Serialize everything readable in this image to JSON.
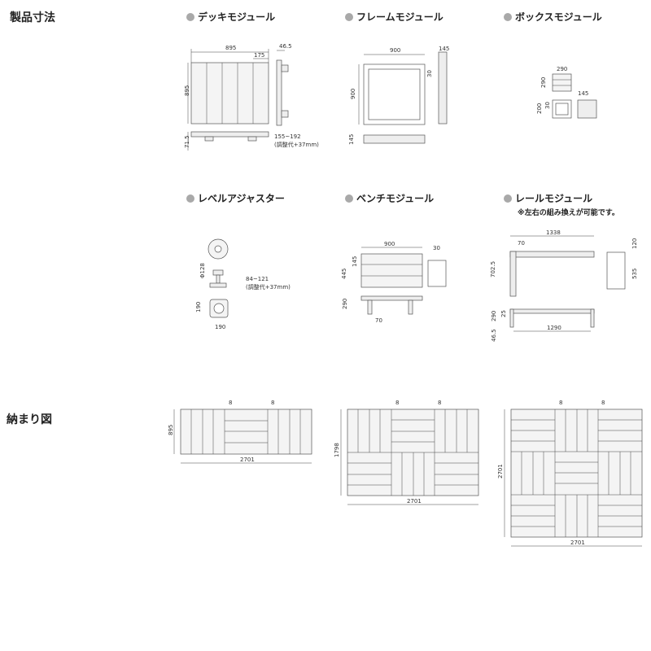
{
  "sections": {
    "dimensions": "製品寸法",
    "layout": "納まり図"
  },
  "modules": {
    "deck": {
      "title": "デッキモジュール",
      "dims": {
        "width": "895",
        "height": "895",
        "thickness": "46.5",
        "board": "175",
        "base_height": "71.5",
        "adjust": "155~192",
        "adjust_note": "(調整代+37mm)"
      }
    },
    "frame": {
      "title": "フレームモジュール",
      "dims": {
        "width": "900",
        "height": "900",
        "side": "145",
        "bar": "30",
        "base": "145"
      }
    },
    "box": {
      "title": "ボックスモジュール",
      "dims": {
        "w": "290",
        "h": "290",
        "side": "145",
        "low_h": "200",
        "bar": "30"
      }
    },
    "adjuster": {
      "title": "レベルアジャスター",
      "dims": {
        "diameter": "Φ128",
        "range": "84~121",
        "range_note": "(調整代+37mm)",
        "base_h": "190",
        "base_w": "190"
      }
    },
    "bench": {
      "title": "ベンチモジュール",
      "dims": {
        "width": "900",
        "depth": "30",
        "height": "445",
        "board": "145",
        "leg_h": "290",
        "leg_w": "70"
      }
    },
    "rail": {
      "title": "レールモジュール",
      "note": "※左右の組み換えが可能です。",
      "dims": {
        "length": "1338",
        "seg": "70",
        "height": "702.5",
        "side_w": "120",
        "side_h": "535",
        "lower_h": "290",
        "lower_gap": "25",
        "lower_len": "1290",
        "base": "46.5"
      }
    }
  },
  "layouts": {
    "a": {
      "gap1": "8",
      "gap2": "8",
      "height": "895",
      "width": "2701"
    },
    "b": {
      "gap1": "8",
      "gap2": "8",
      "height": "1798",
      "width": "2701"
    },
    "c": {
      "gap1": "8",
      "gap2": "8",
      "height": "2701",
      "width": "2701"
    }
  }
}
